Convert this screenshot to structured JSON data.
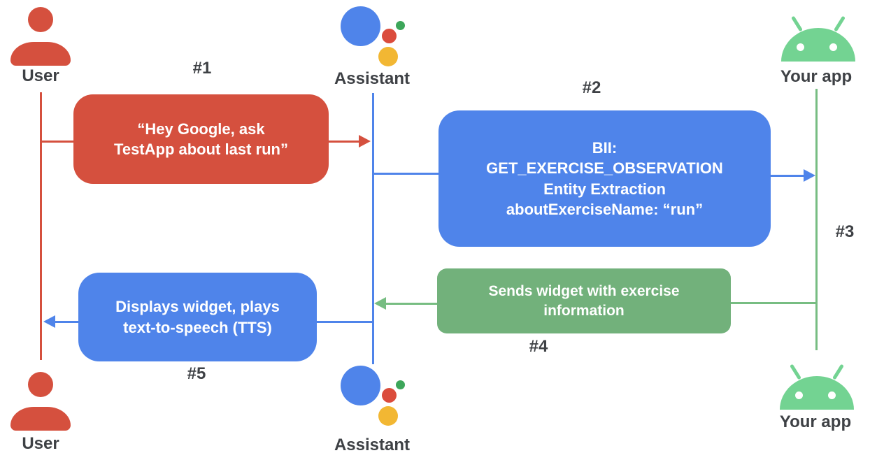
{
  "actors": {
    "user_top": "User",
    "assistant_top": "Assistant",
    "app_top": "Your app",
    "user_bottom": "User",
    "assistant_bottom": "Assistant",
    "app_bottom": "Your app"
  },
  "steps": {
    "s1": "#1",
    "s2": "#2",
    "s3": "#3",
    "s4": "#4",
    "s5": "#5"
  },
  "messages": {
    "m1": "“Hey Google, ask\nTestApp about last run”",
    "m2": "BII:\nGET_EXERCISE_OBSERVATION\nEntity Extraction\naboutExerciseName: “run”",
    "m4": "Sends widget with exercise\ninformation",
    "m5": "Displays widget, plays\ntext-to-speech (TTS)"
  },
  "colors": {
    "red": "#D5503E",
    "blue": "#4F84EA",
    "green_box": "#72B17B",
    "green_line": "#77BD82",
    "android_green": "#73D392",
    "assistant_red": "#DB4C3C",
    "assistant_green": "#3DA65A",
    "assistant_yellow": "#F2B733",
    "label_gray": "#3E4145"
  }
}
